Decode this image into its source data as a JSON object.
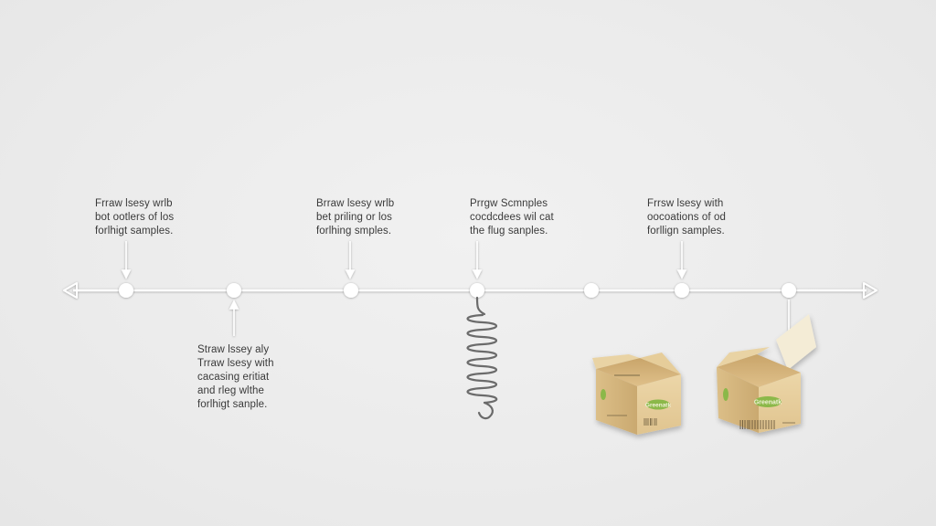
{
  "colors": {
    "background": "#ececec",
    "line": "#ffffff",
    "line_shadow": "#cfcfcf",
    "node_fill": "#ffffff",
    "text": "#3a3a3a",
    "spring": "#6b6b6b",
    "box": "#e2c99a",
    "box_label": "#7fae3f"
  },
  "milestones": [
    {
      "id": "m1",
      "lines": [
        "Frraw lsesy wrlb",
        "bot ootlers of los",
        "forlhigt samples."
      ]
    },
    {
      "id": "m2",
      "lines": [
        "Brraw lsesy wrlb",
        "bet priling or los",
        "forlhing smples."
      ]
    },
    {
      "id": "m3",
      "lines": [
        "Prrgw Scmnples",
        "cocdcdees wil cat",
        "the flug sanples."
      ]
    },
    {
      "id": "m4",
      "lines": [
        "Frrsw lsesy with",
        "oocoations of od",
        "forllign samples."
      ]
    },
    {
      "id": "m5",
      "lines": [
        "Straw lssey aly",
        "Trraw lsesy with",
        "cacasing eritiat",
        "and rleg wlthe",
        "forlhigt sanple."
      ]
    }
  ],
  "icons": {
    "spring": "spring-icon",
    "box_open": "open-box-icon",
    "box_closed": "shipping-box-icon",
    "arrow_start": "arrow-left-icon",
    "arrow_end": "arrow-right-icon"
  },
  "box_small": {
    "logo": "Greenatk"
  },
  "box_large": {
    "logo": "Greenatk"
  }
}
